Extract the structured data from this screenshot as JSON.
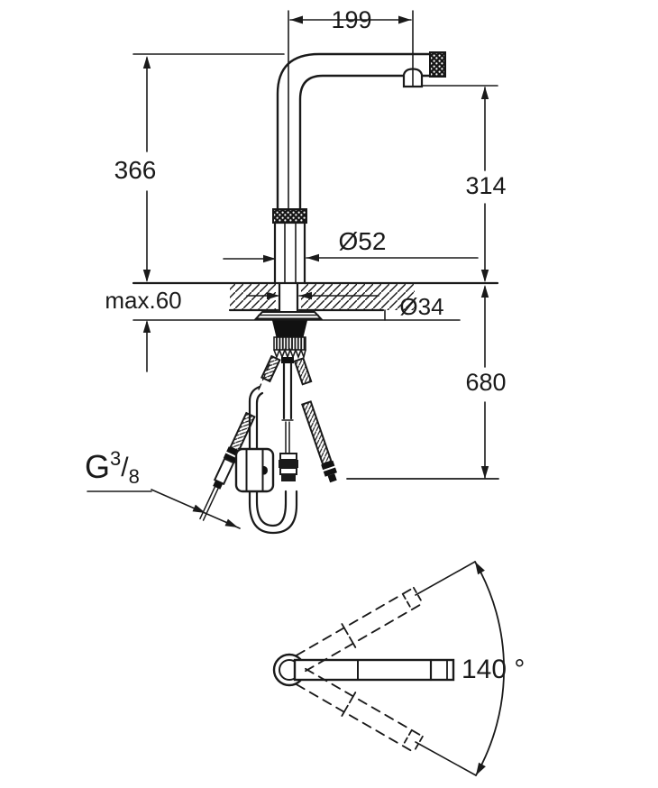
{
  "page": {
    "background": "#ffffff",
    "line_color": "#1a1a1a"
  },
  "labels": {
    "reach": "199",
    "height": "366",
    "outlet_height": "314",
    "base_diameter": "Ø52",
    "max_counter": "max.60",
    "hole_diameter": "Ø34",
    "hose_length": "680",
    "swivel_angle": "140 °",
    "thread": {
      "prefix": "G",
      "numerator": "3",
      "slash": "/",
      "denominator": "8"
    }
  }
}
